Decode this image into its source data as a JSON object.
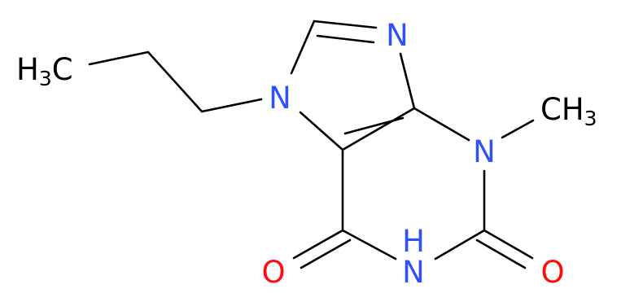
{
  "colors": {
    "bond": "#000000",
    "carbon_label": "#000000",
    "nitrogen": "#3050F8",
    "oxygen": "#FF0D0D"
  },
  "labels": {
    "propyl_methyl": {
      "main": "H",
      "sub": "3",
      "tail": "C"
    },
    "n_methyl": {
      "main": "CH",
      "sub": "3"
    },
    "n7": "N",
    "n9": "N",
    "n1": "N",
    "n3_h": "H",
    "n3": "N",
    "o6": "O",
    "o2": "O"
  }
}
